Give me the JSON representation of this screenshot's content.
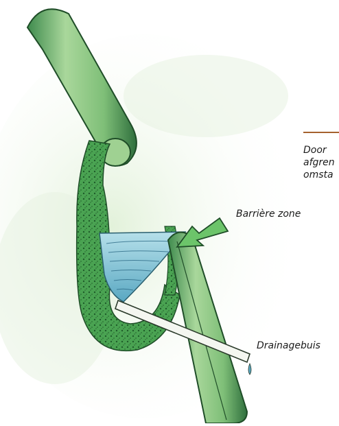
{
  "labels": {
    "barrier": "Barrière zone",
    "drainage": "Drainagebuis"
  },
  "side_text": {
    "line1": "Door",
    "line2": "afgren",
    "line3": "omsta"
  },
  "colors": {
    "rule": "#a5622e",
    "tube_light": "#a9d79b",
    "tube_dark": "#3f8b4e",
    "moss": "#3a9b45",
    "water": "#8cc8d8",
    "arrow": "#6cc46a"
  }
}
